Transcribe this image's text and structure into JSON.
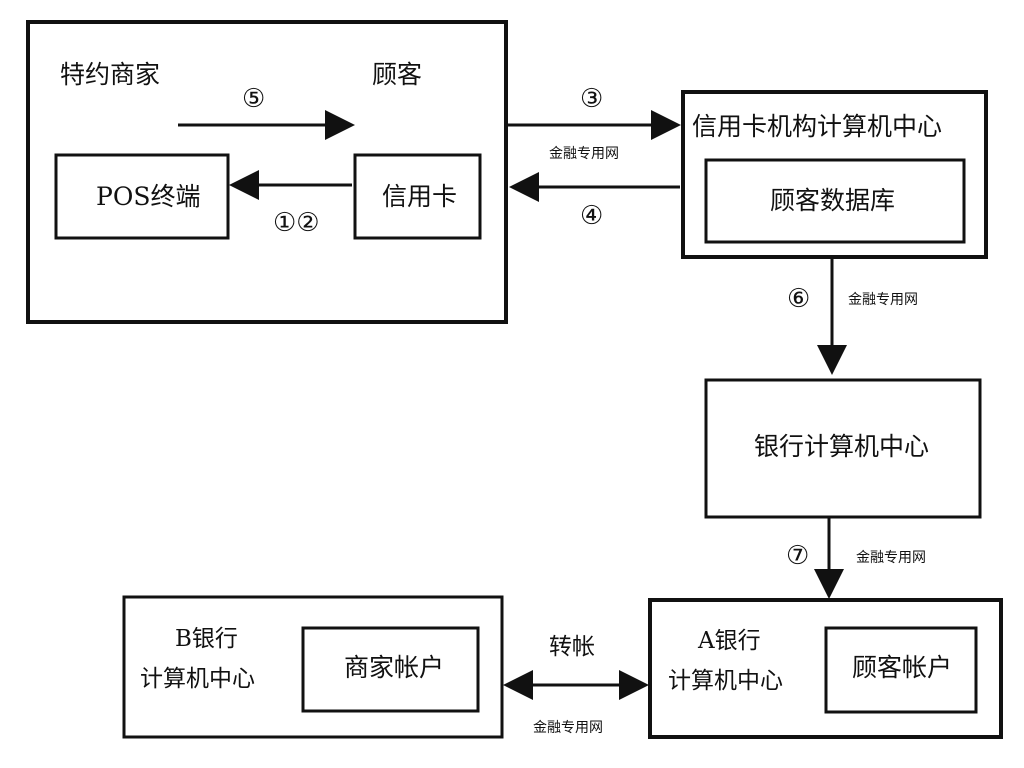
{
  "merchant_area": {
    "merchant_label": "特约商家",
    "customer_label": "顾客",
    "pos_label": "POS终端",
    "card_label": "信用卡",
    "step_pay": "⑤",
    "step_swipe": "①②"
  },
  "card_center": {
    "title": "信用卡机构计算机中心",
    "db_label": "顾客数据库",
    "step_request": "③",
    "step_reply": "④",
    "network_label": "金融专用网"
  },
  "bank_center": {
    "title": "银行计算机中心",
    "step_down": "⑥",
    "network_label": "金融专用网"
  },
  "bank_a": {
    "title_line1": "A银行",
    "title_line2": "计算机中心",
    "account_label": "顾客帐户",
    "step_down": "⑦",
    "network_label": "金融专用网"
  },
  "bank_b": {
    "title_line1": "B银行",
    "title_line2": "计算机中心",
    "account_label": "商家帐户"
  },
  "transfer": {
    "label": "转帐",
    "network_label": "金融专用网"
  }
}
